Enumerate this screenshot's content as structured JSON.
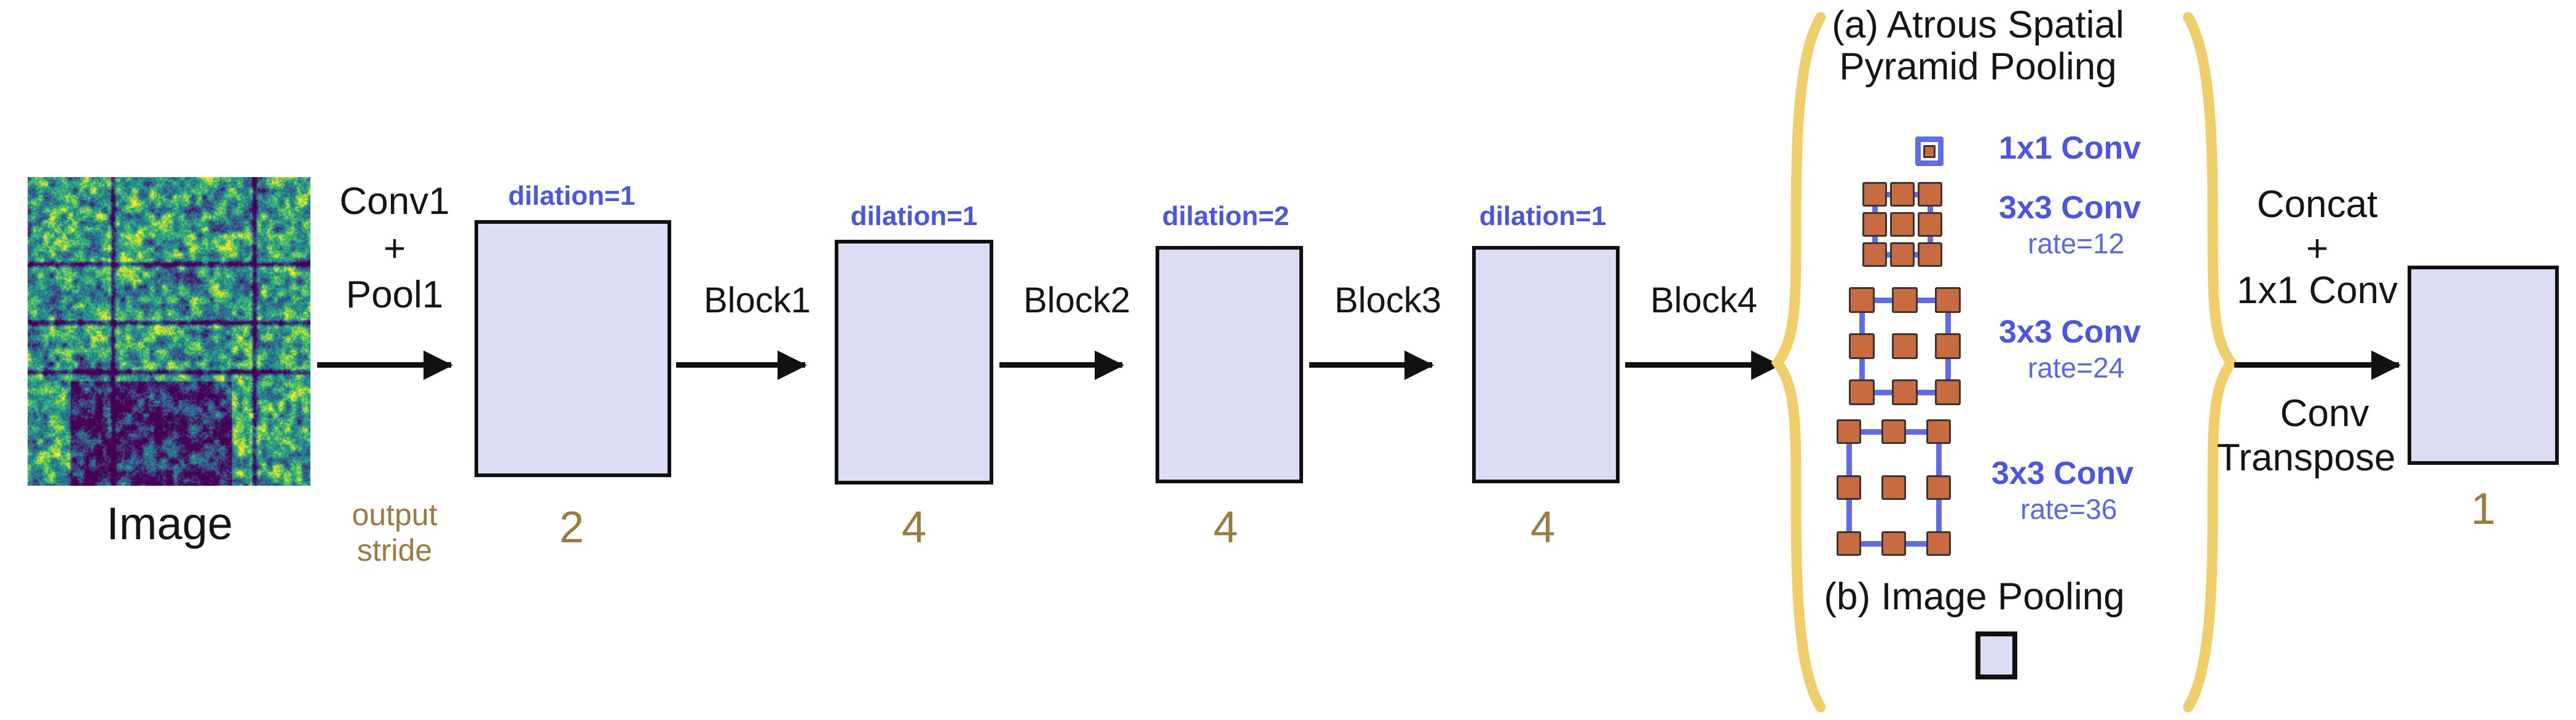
{
  "diagram": {
    "title_not_shown": "",
    "input": {
      "label": "Image",
      "thumbnail_name": "input-feature-map-thumbnail"
    },
    "output_stride": {
      "label_line1": "output",
      "label_line2": "stride"
    },
    "stages": [
      {
        "op_lines": [
          "Conv1",
          "+",
          "Pool1"
        ],
        "op_label": "Conv1 + Pool1",
        "dilation": "dilation=1",
        "output_stride": "2"
      },
      {
        "op_lines": [
          "Block1"
        ],
        "op_label": "Block1",
        "dilation": "dilation=1",
        "output_stride": "4"
      },
      {
        "op_lines": [
          "Block2"
        ],
        "op_label": "Block2",
        "dilation": "dilation=2",
        "output_stride": "4"
      },
      {
        "op_lines": [
          "Block3"
        ],
        "op_label": "Block3",
        "dilation": "dilation=1",
        "output_stride": "4"
      },
      {
        "op_lines": [
          "Block4"
        ],
        "op_label": "Block4",
        "dilation": "",
        "output_stride": ""
      }
    ],
    "aspp": {
      "title_line1": "(a) Atrous Spatial",
      "title_line2": "Pyramid Pooling",
      "legend": [
        {
          "name": "1x1 Conv",
          "rate": "",
          "grid": "1x1"
        },
        {
          "name": "3x3 Conv",
          "rate": "rate=12",
          "grid": "3x3"
        },
        {
          "name": "3x3 Conv",
          "rate": "rate=24",
          "grid": "3x3"
        },
        {
          "name": "3x3 Conv",
          "rate": "rate=36",
          "grid": "3x3"
        }
      ],
      "image_pooling_label": "(b) Image Pooling"
    },
    "decoder": {
      "line1": "Concat",
      "line2": "+",
      "line3": "1x1 Conv",
      "line4": "Conv",
      "line5": "Transpose"
    },
    "final": {
      "output_stride": "1"
    },
    "colors": {
      "feature_map_fill": "#dcdcf4",
      "feature_map_border": "#111111",
      "dilation_text": "#4a55e0",
      "legend_text": "#4a55e0",
      "output_stride_text": "#9c7b3e",
      "brace": "#f0cf6b",
      "kernel_dot": "#c86b40",
      "kernel_line": "#5f6ce8",
      "arrow": "#111111",
      "background": "#ffffff"
    }
  }
}
